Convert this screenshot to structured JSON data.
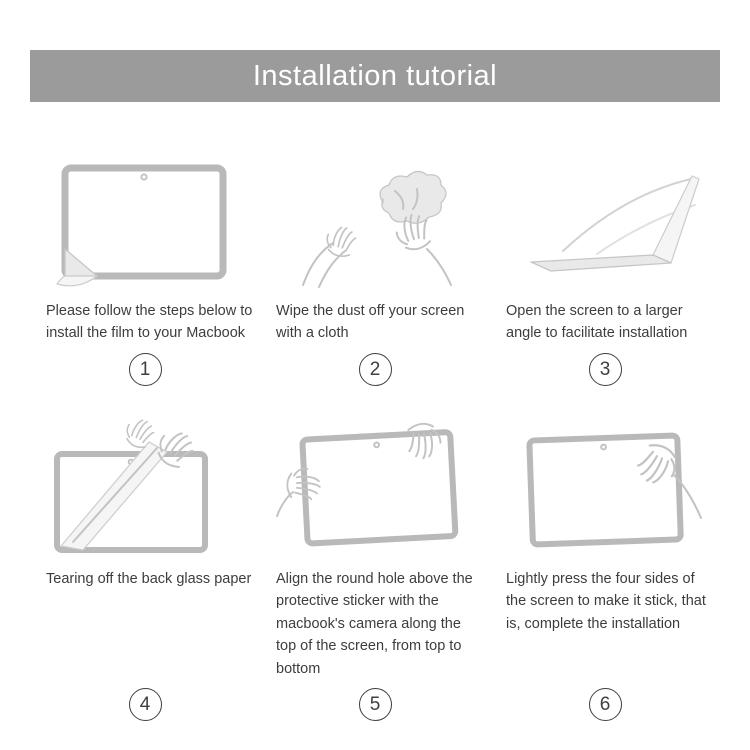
{
  "header": {
    "title": "Installation tutorial"
  },
  "colors": {
    "banner_bg": "#9b9b9b",
    "banner_text": "#ffffff",
    "body_text": "#3d3d3d",
    "line_art": "#c3c3c3"
  },
  "steps": [
    {
      "number": "1",
      "text": "Please follow the steps below to install the film to your Macbook",
      "illustration": "macbook-screen-with-film-corner"
    },
    {
      "number": "2",
      "text": "Wipe the dust off your screen with a cloth",
      "illustration": "hands-wiping-screen-with-cloth"
    },
    {
      "number": "3",
      "text": "Open the screen to a larger angle to facilitate installation",
      "illustration": "laptop-opened-to-wide-angle"
    },
    {
      "number": "4",
      "text": "Tearing off the back glass paper",
      "illustration": "hands-tearing-off-back-paper"
    },
    {
      "number": "5",
      "text": "Align the round hole above the protective sticker with the macbook's camera along the top of the screen, from top to bottom",
      "illustration": "aligning-film-hole-with-camera"
    },
    {
      "number": "6",
      "text": "Lightly press the four sides of the screen to make it stick, that is, complete the installation",
      "illustration": "hand-pressing-four-sides"
    }
  ]
}
